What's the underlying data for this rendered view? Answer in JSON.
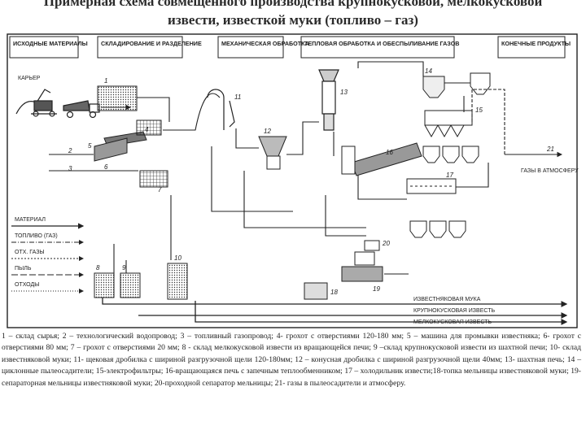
{
  "title": {
    "line1": "Примерная схема совмещенного производства  крупнокусковой, мелкокусковой",
    "line2": "извести,  известкой муки (топливо – газ)"
  },
  "columns": [
    "ИСХОДНЫЕ МАТЕРИАЛЫ",
    "СКЛАДИРОВАНИЕ И РАЗДЕЛЕНИЕ",
    "МЕХАНИЧЕСКАЯ ОБРАБОТКА",
    "ТЕПЛОВАЯ ОБРАБОТКА И ОБЕСПЫЛИВАНИЕ ГАЗОВ",
    "КОНЕЧНЫЕ ПРОДУКТЫ"
  ],
  "quarry_label": "КАРЬЕР",
  "legend": [
    "МАТЕРИАЛ",
    "ТОПЛИВО (ГАЗ)",
    "ОТХ. ГАЗЫ",
    "ПЫЛЬ",
    "ОТХОДЫ"
  ],
  "gas_outlet": "ГАЗЫ В АТМОСФЕРУ",
  "products": [
    "ИЗВЕСТНЯКОВАЯ МУКА",
    "КРУПНОКУСКОВАЯ ИЗВЕСТЬ",
    "МЕЛКОКУСКОВАЯ ИЗВЕСТЬ"
  ],
  "numbers": [
    "1",
    "2",
    "3",
    "4",
    "5",
    "6",
    "7",
    "8",
    "9",
    "10",
    "11",
    "12",
    "13",
    "14",
    "15",
    "16",
    "17",
    "18",
    "19",
    "20",
    "21"
  ],
  "caption": "1 – склад сырья; 2 – технологический водопровод; 3 – топливный газопровод; 4- грохот с отверстиями 120-180 мм; 5 – машина для промывки известняка; 6- грохот с отверстиями 80 мм; 7 – грохот с отверстиями 20 мм; 8 - склад   мелкокусковой извести из вращающейся печи; 9 –склад  крупнокусковой извести из шахтной печи; 10- склад известняковой муки; 11- щековая дробилка с шириной разгрузочной щели 120-180мм; 12 – конусная дробилка с шириной разгрузочной щели 40мм;  13- шахтная печь; 14 – циклонные пылеосадители; 15-электрофильтры; 16-вращающаяся  печь с запечным теплообменником;  17 – холодильник извести;18-топка мельницы известняковой муки; 19-сепараторная мельницы известняковой муки; 20-проходной сепаратор мельницы; 21- газы в пылеосадители и атмосферу."
}
